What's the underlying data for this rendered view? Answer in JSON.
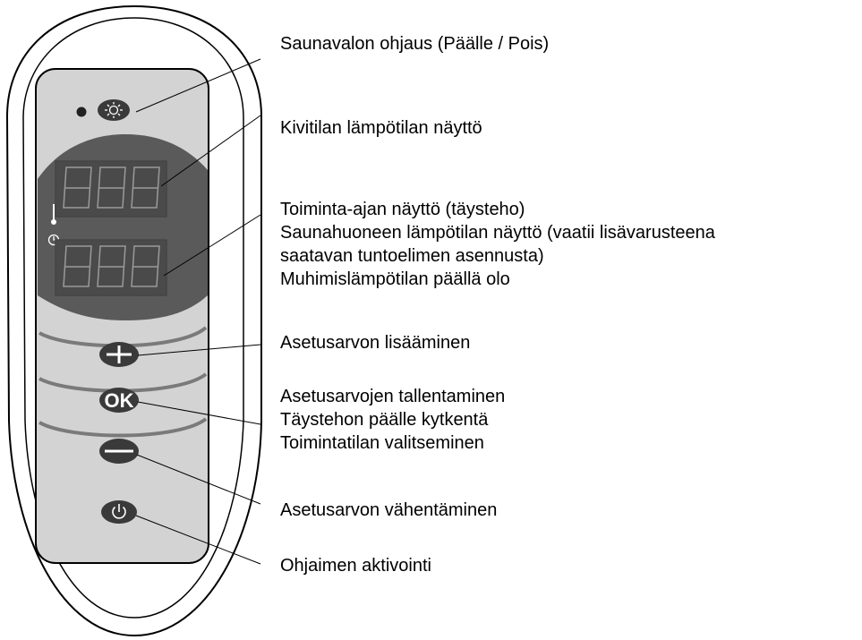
{
  "labels": {
    "light": "Saunavalon ohjaus (Päälle / Pois)",
    "stone_temp": "Kivitilan lämpötilan näyttö",
    "lower_display": [
      "Toiminta-ajan näyttö (täysteho)",
      "Saunahuoneen lämpötilan näyttö (vaatii lisävarusteena",
      "saatavan tuntoelimen asennusta)",
      "Muhimislämpötilan päällä olo"
    ],
    "plus": "Asetusarvon lisääminen",
    "ok": [
      "Asetusarvojen tallentaminen",
      "Täystehon päälle kytkentä",
      "Toimintatilan valitseminen"
    ],
    "minus": "Asetusarvon vähentäminen",
    "power": "Ohjaimen aktivointi"
  },
  "buttons": {
    "ok_text": "OK"
  },
  "icons": [
    "light-bulb-icon",
    "thermometer-icon",
    "clock-icon",
    "plus-icon",
    "minus-icon",
    "power-icon"
  ]
}
